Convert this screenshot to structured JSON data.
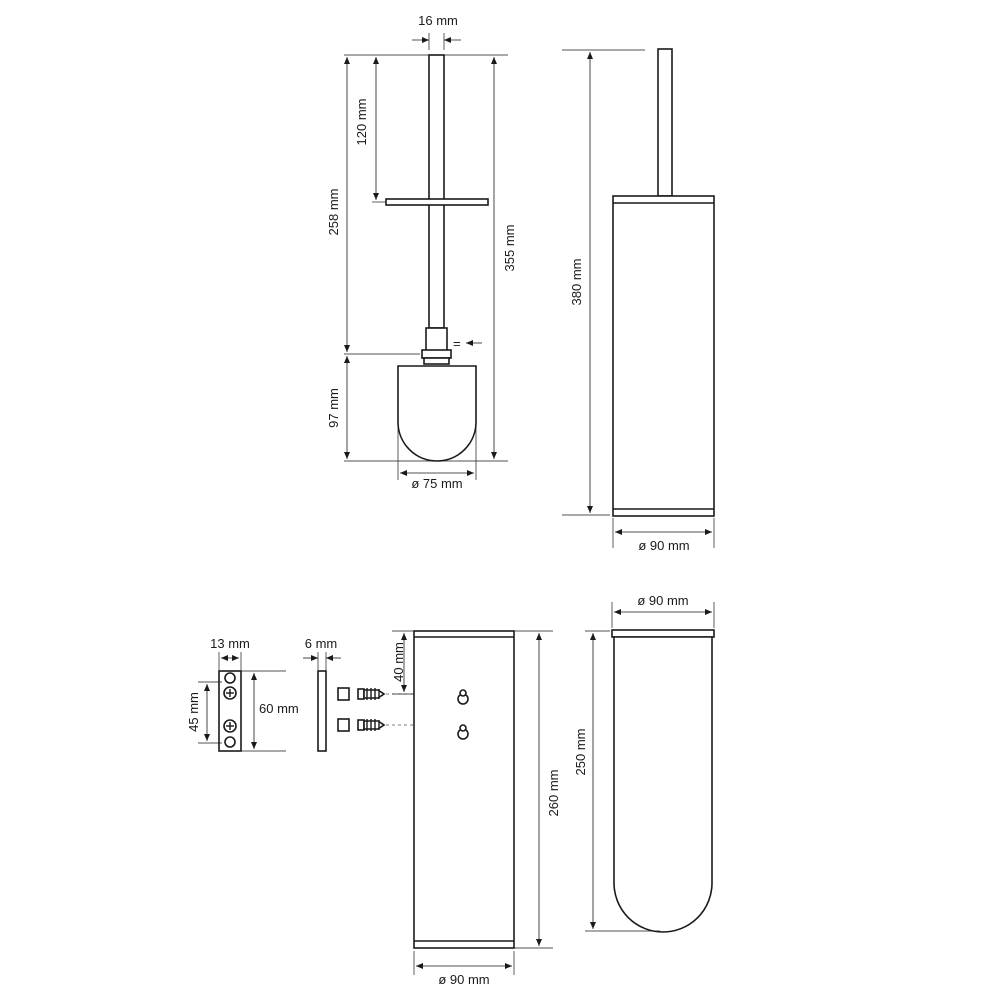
{
  "colors": {
    "line": "#1a1a1a",
    "background": "#ffffff"
  },
  "dimensions": {
    "brush_handle_width": "16 mm",
    "brush_lid_offset": "120 mm",
    "brush_handle_length": "258 mm",
    "brush_total_length": "355 mm",
    "brush_head_height": "97 mm",
    "brush_head_diameter": "ø 75 mm",
    "holder_total_height": "380 mm",
    "holder_diameter": "ø 90 mm",
    "bracket_width": "13 mm",
    "bracket_hole_spacing": "45 mm",
    "bracket_height": "60 mm",
    "plate_thickness": "6 mm",
    "mount_top_offset": "40 mm",
    "container_height": "260 mm",
    "container_diameter": "ø 90 mm",
    "insert_diameter": "ø 90 mm",
    "insert_height": "250 mm"
  },
  "symbols": {
    "brush_ferrule_mark": "="
  }
}
